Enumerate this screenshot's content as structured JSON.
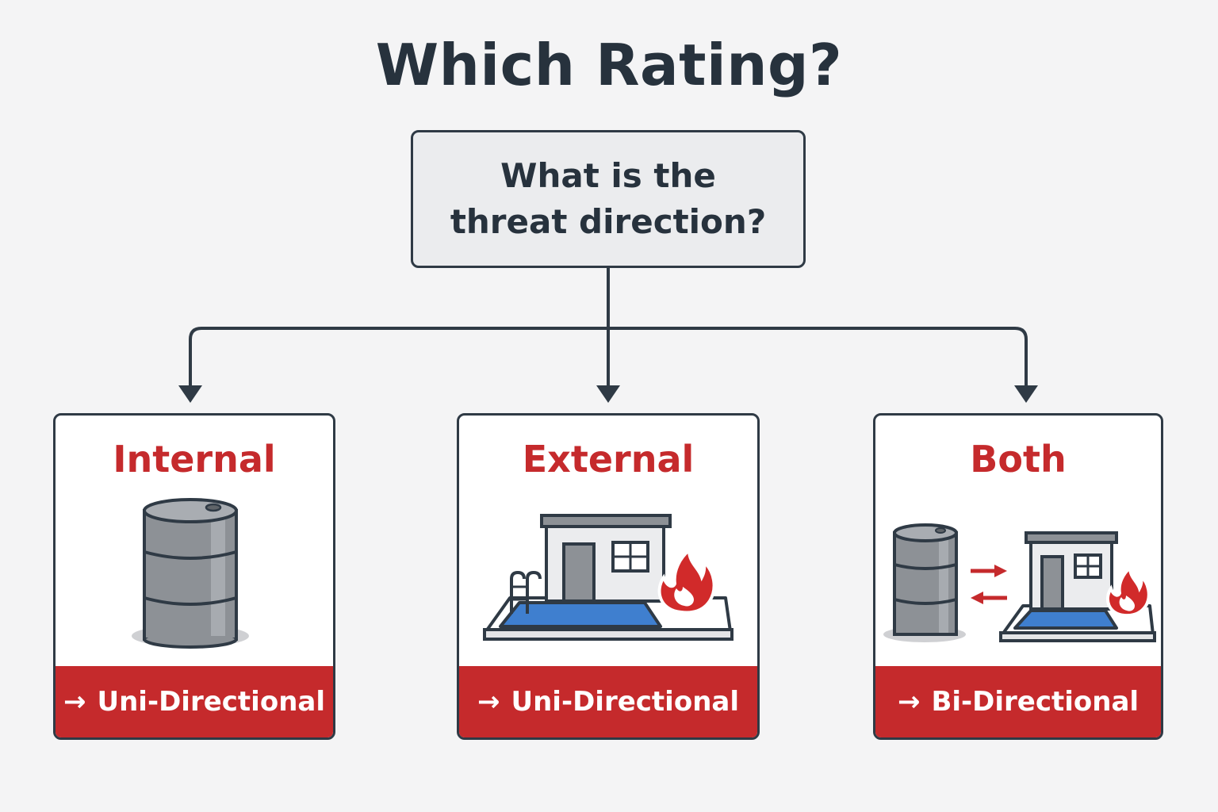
{
  "title": "Which Rating?",
  "question": "What is the threat direction?",
  "colors": {
    "accent": "#c52a2c",
    "ink": "#2f3a45",
    "background": "#f4f4f5",
    "water": "#3f7fcf"
  },
  "options": [
    {
      "label": "Internal",
      "result": "Uni-Directional",
      "icon": "oil-drum-icon"
    },
    {
      "label": "External",
      "result": "Uni-Directional",
      "icon": "house-pool-fire-icon"
    },
    {
      "label": "Both",
      "result": "Bi-Directional",
      "icon": "drum-exchange-house-icon"
    }
  ],
  "footer_arrow": "→"
}
